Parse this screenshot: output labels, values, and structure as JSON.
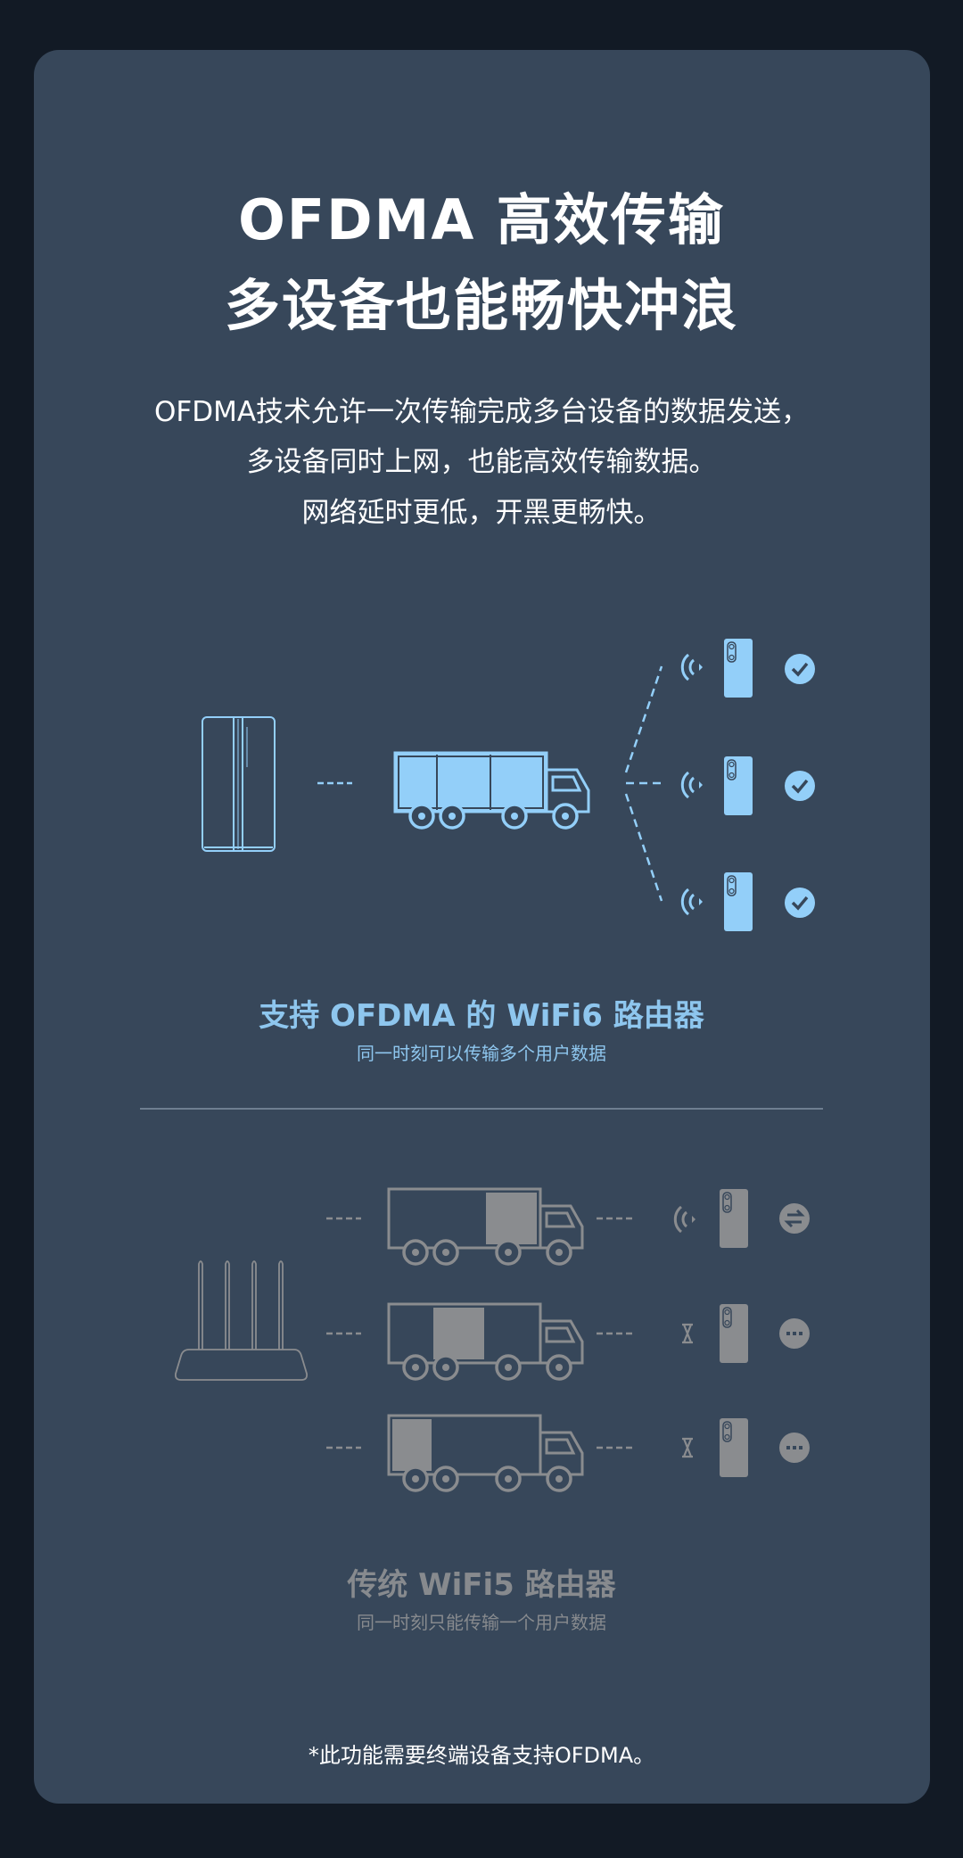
{
  "header": {
    "title_line1": "OFDMA 高效传输",
    "title_line2": "多设备也能畅快冲浪"
  },
  "intro": {
    "lines": [
      "OFDMA技术允许一次传输完成多台设备的数据发送，",
      "多设备同时上网，也能高效传输数据。",
      "网络延时更低，开黑更畅快。"
    ]
  },
  "wifi6": {
    "heading": "支持 OFDMA 的 WiFi6 路由器",
    "subheading": "同一时刻可以传输多个用户数据",
    "color": "#93cff9",
    "devices": [
      {
        "signal_icon": "wifi-signal-icon",
        "status_icon": "check-circle-icon"
      },
      {
        "signal_icon": "wifi-signal-icon",
        "status_icon": "check-circle-icon"
      },
      {
        "signal_icon": "wifi-signal-icon",
        "status_icon": "check-circle-icon"
      }
    ]
  },
  "wifi5": {
    "heading": "传统 WiFi5 路由器",
    "subheading": "同一时刻只能传输一个用户数据",
    "color": "#8a8c8f",
    "rows": [
      {
        "loaded_slot": 3,
        "signal_icon": "wifi-signal-icon",
        "status_icon": "transfer-circle-icon"
      },
      {
        "loaded_slot": 2,
        "signal_icon": "hourglass-icon",
        "status_icon": "waiting-dots-circle-icon"
      },
      {
        "loaded_slot": 1,
        "signal_icon": "hourglass-icon",
        "status_icon": "waiting-dots-circle-icon"
      }
    ]
  },
  "footnote": "*此功能需要终端设备支持OFDMA。",
  "colors": {
    "background": "#121a25",
    "card": "#37475a",
    "accent_blue": "#93cff9",
    "muted_gray": "#8a8c8f"
  }
}
